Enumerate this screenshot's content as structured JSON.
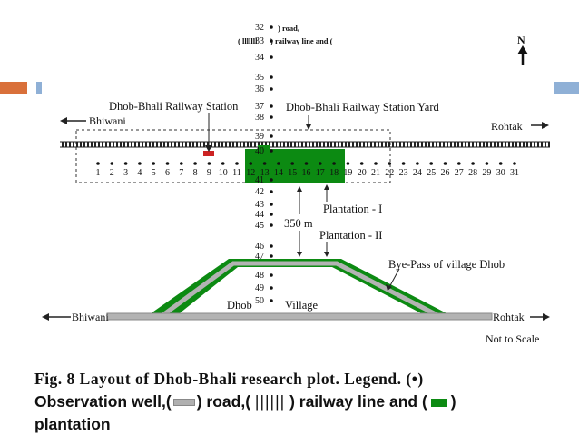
{
  "diagram": {
    "north_label": "N",
    "station_label": "Dhob-Bhali Railway Station",
    "yard_label": "Dhob-Bhali Railway Station Yard",
    "bhiwani_top": "Bhiwani",
    "rohtak_top": "Rohtak",
    "plantation_1": "Plantation - I",
    "plantation_2": "Plantation - II",
    "distance": "350 m",
    "bypass_label": "Bye-Pass of village Dhob",
    "dhob_label": "Dhob",
    "village_label": "Village",
    "bhiwani_bottom": "Bhiwani",
    "rohtak_bottom": "Rohtak",
    "scale_note": "Not to Scale",
    "horizontal_wells": [
      "1",
      "2",
      "3",
      "4",
      "5",
      "6",
      "7",
      "8",
      "9",
      "10",
      "11",
      "12",
      "13",
      "14",
      "15",
      "16",
      "17",
      "18",
      "19",
      "20",
      "21",
      "22",
      "23",
      "24",
      "25",
      "26",
      "27",
      "28",
      "29",
      "30",
      "31"
    ],
    "vertical_wells": [
      "32",
      "33",
      "34",
      "35",
      "36",
      "37",
      "38",
      "39",
      "40",
      "41",
      "42",
      "43",
      "44",
      "45",
      "46",
      "47",
      "48",
      "49",
      "50"
    ],
    "colors": {
      "plantation": "#0c8a12",
      "road": "#b3b3b3",
      "accent_bar": "#d9703a",
      "side_bar": "#8fb0d6"
    }
  },
  "top_overlay": {
    "line_a": ") road,",
    "line_b": "( lllllll",
    "line_c": ") railway line and ("
  },
  "caption": {
    "line1_a": "Fig. 8 Layout of Dhob-Bhali research plot. Legend. (",
    "bullet": "•",
    "line1_b": ")",
    "line2_a": "Observation well,(",
    "line2_b": ") road,(",
    "rail_glyph": "||||||",
    "line2_c": ") railway line and (",
    "line2_d": ")",
    "line3": "plantation"
  }
}
